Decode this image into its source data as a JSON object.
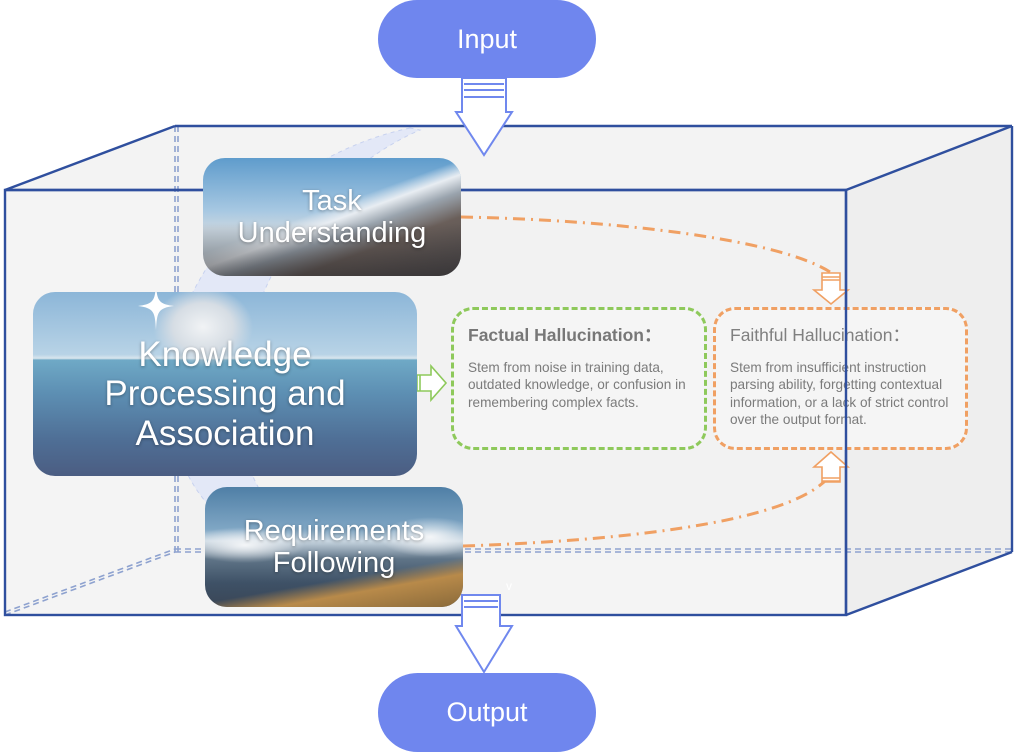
{
  "diagram": {
    "input_label": "Input",
    "output_label": "Output",
    "stages": [
      {
        "id": "task",
        "label_line1": "Task",
        "label_line2": "Understanding",
        "scene": "snowy-mountain-range"
      },
      {
        "id": "knowledge",
        "label_line1": "Knowledge",
        "label_line2": "Processing and",
        "label_line3": "Association",
        "scene": "iceberg"
      },
      {
        "id": "requirements",
        "label_line1": "Requirements",
        "label_line2": "Following",
        "scene": "volcano-mountain"
      }
    ],
    "hallucinations": [
      {
        "id": "factual",
        "title": "Factual Hallucination：",
        "description": "Stem from noise in training data, outdated knowledge, or confusion in remembering complex facts.",
        "color": "#8ec95b"
      },
      {
        "id": "faithful",
        "title": "Faithful Hallucination：",
        "description": "Stem from insufficient instruction parsing ability, forgetting contextual information, or a lack of strict control over the output format.",
        "color": "#f0a063"
      }
    ],
    "colors": {
      "pill": "#6f86ee",
      "box_edge": "#2f4f9e",
      "box_fill": "#f1f1f1",
      "connector": "#f0a063",
      "arrow_blue": "#7088ee",
      "arrow_green": "#8ec95b"
    }
  }
}
